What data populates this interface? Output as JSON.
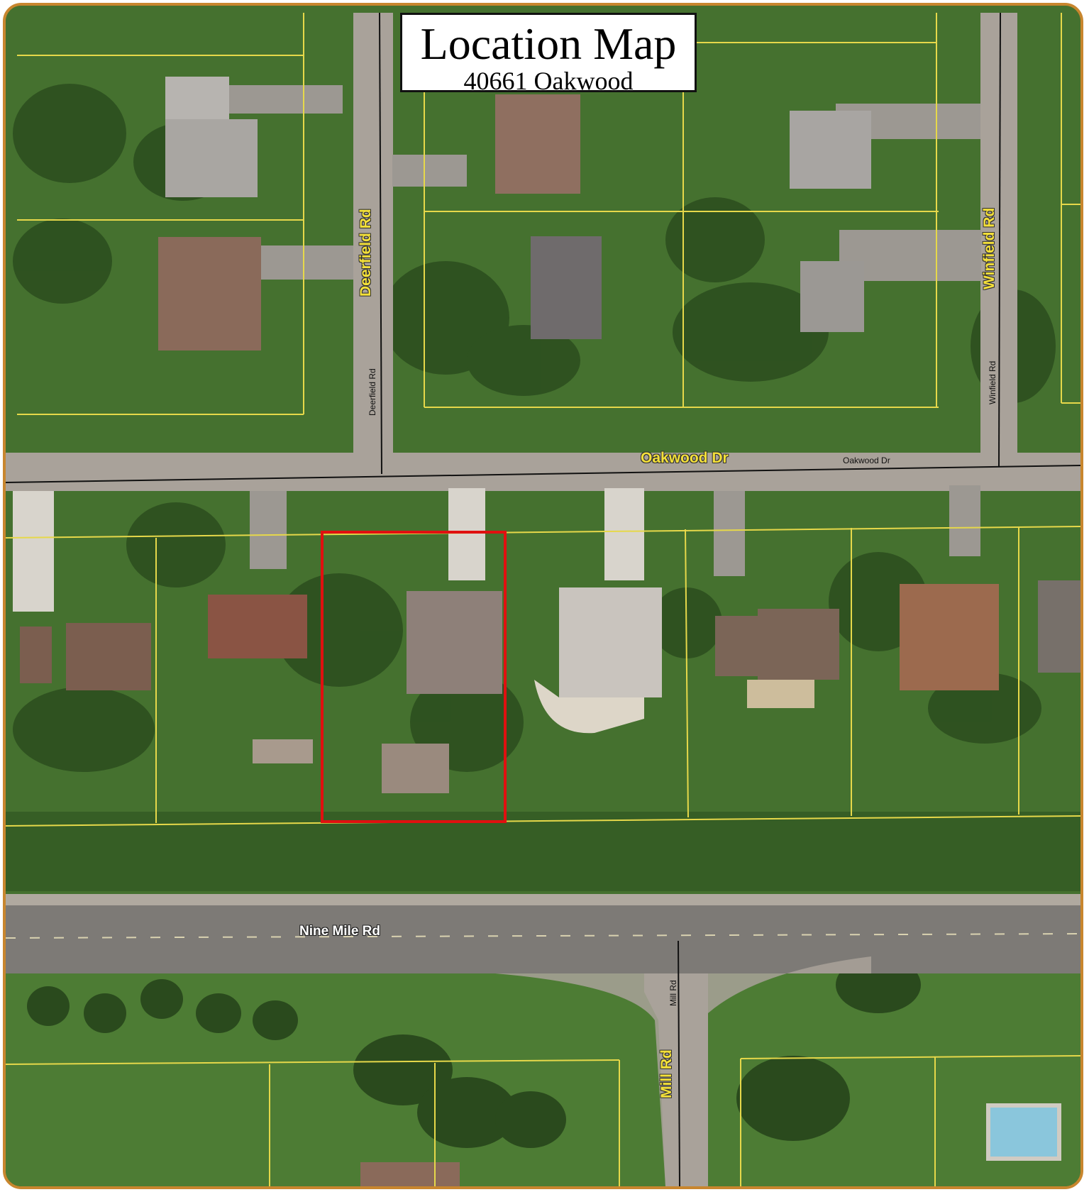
{
  "title": {
    "main": "Location Map",
    "address": "40661 Oakwood"
  },
  "roads": {
    "deerfield_main": "Deerfield Rd",
    "deerfield_small": "Deerfield Rd",
    "winfield_main": "Winfield Rd",
    "winfield_small": "Winfield Rd",
    "oakwood_main": "Oakwood Dr",
    "oakwood_small": "Oakwood Dr",
    "nine_mile": "Nine Mile Rd",
    "mill_main": "Mill Rd",
    "mill_small": "Mill Rd"
  },
  "colors": {
    "frame": "#c8862e",
    "parcel_line": "#e6d84a",
    "highlight": "#e01010",
    "label_yellow": "#f4e03a"
  }
}
